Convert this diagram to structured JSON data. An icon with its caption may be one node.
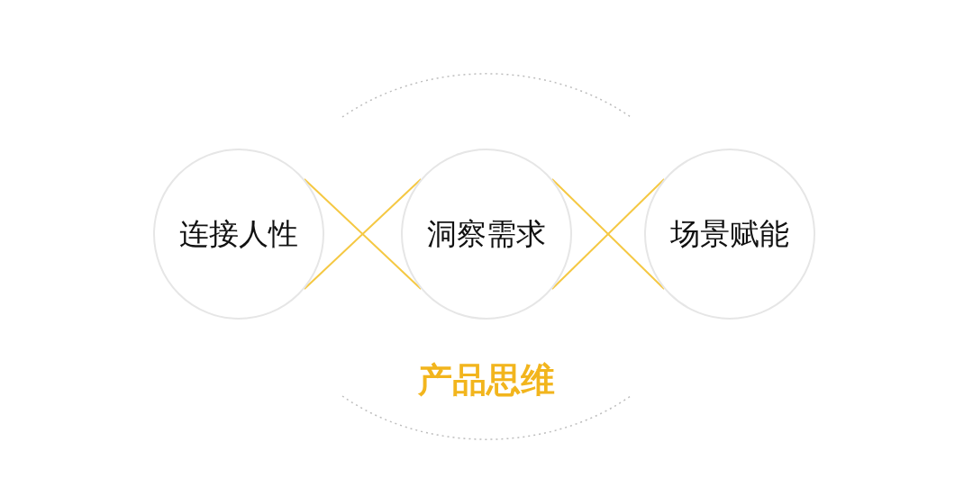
{
  "diagram": {
    "nodes": [
      {
        "text": [
          "连接人性"
        ]
      },
      {
        "text": [
          "洞察需求"
        ]
      },
      {
        "text": [
          "场景赋能"
        ]
      }
    ],
    "edges": [
      {
        "from": 0,
        "to": 1,
        "arrow": "none"
      },
      {
        "from": 0,
        "to": 1,
        "arrow": "none"
      },
      {
        "from": 1,
        "to": 2,
        "arrow": "none"
      },
      {
        "from": 1,
        "to": 2,
        "arrow": "none"
      }
    ],
    "labels": [
      "产品思维"
    ]
  }
}
